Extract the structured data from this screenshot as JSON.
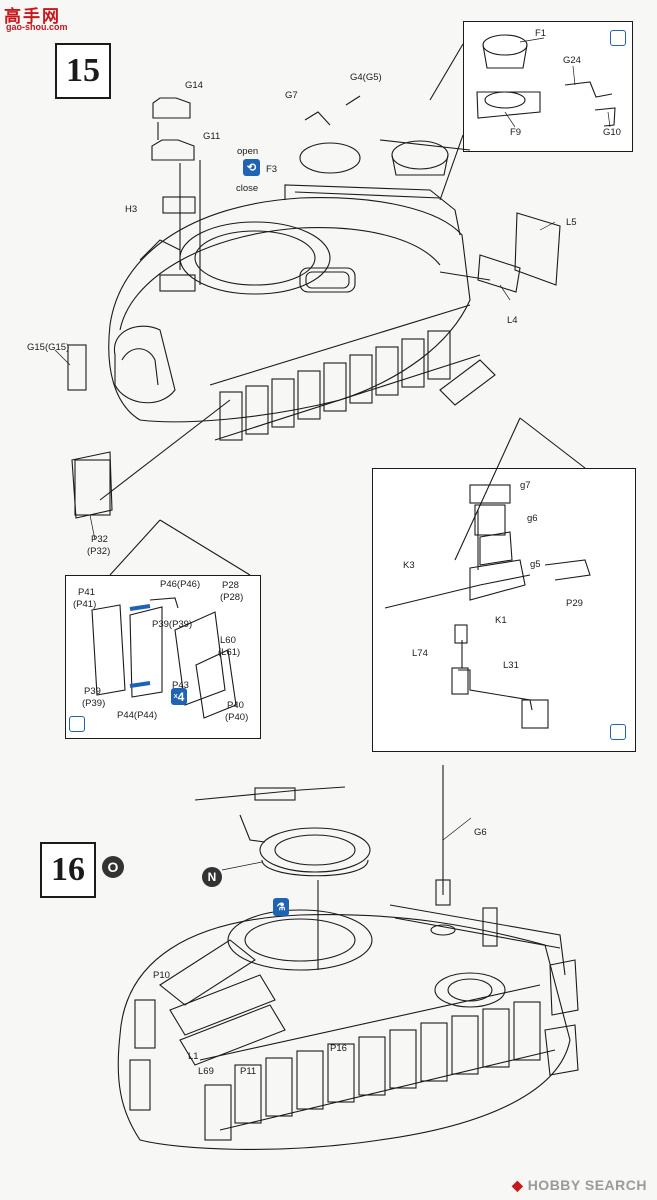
{
  "watermark": {
    "site": "高手网",
    "url": "gao-shou.com",
    "brand": "HOBBY SEARCH"
  },
  "steps": [
    {
      "number": "15"
    },
    {
      "number": "16"
    }
  ],
  "step16_marker": "O",
  "markers": {
    "N": "N",
    "multiply": "x",
    "four": "4"
  },
  "hatch": {
    "open": "open",
    "close": "close"
  },
  "labels": {
    "F1": "F1",
    "G24": "G24",
    "F9": "F9",
    "G10": "G10",
    "G14": "G14",
    "G7": "G7",
    "G4G5": "G4(G5)",
    "G11": "G11",
    "F3": "F3",
    "H3": "H3",
    "L5": "L5",
    "L4": "L4",
    "G15": "G15(G15)",
    "P32": "P32",
    "P32b": "(P32)",
    "g7": "g7",
    "g6": "g6",
    "K3": "K3",
    "g5": "g5",
    "K1": "K1",
    "P29": "P29",
    "L74": "L74",
    "L31": "L31",
    "P41": "P41",
    "P41b": "(P41)",
    "P46": "P46(P46)",
    "P28": "P28",
    "P28b": "(P28)",
    "P39top": "P39(P39)",
    "L60": "L60",
    "L61": "(L61)",
    "P39": "P39",
    "P39b": "(P39)",
    "P43": "P43",
    "P44": "P44(P44)",
    "P40": "P40",
    "P40b": "(P40)",
    "G6": "G6",
    "P10": "P10",
    "L1": "L1",
    "L69": "L69",
    "P11": "P11",
    "P16": "P16"
  }
}
